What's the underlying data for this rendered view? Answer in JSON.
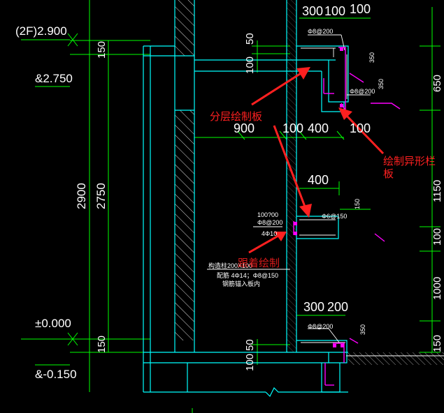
{
  "dimensions": {
    "top_300": "300",
    "top_100a": "100",
    "top_100b": "100",
    "d_50_top": "50",
    "d_150_left": "150",
    "d_100_mid": "100",
    "d_350a": "350",
    "d_350b": "350",
    "d_650": "650",
    "d_900": "900",
    "d_100_b": "100",
    "d_400_a": "400",
    "d_100_c": "100",
    "d_400_b": "400",
    "d_150_small": "150",
    "d_1150": "1150",
    "d_2900": "2900",
    "d_2750": "2750",
    "d_100_r": "100",
    "d_1000": "1000",
    "d_300_b": "300",
    "d_200_b": "200",
    "d_350_c": "350",
    "d_50_bot": "50",
    "d_150_bot": "150",
    "d_100_bot": "100",
    "d_150_r": "150"
  },
  "levels": {
    "l_2f": "(2F)2.900",
    "l_2750": "&2.750",
    "l_000": "±0.000",
    "l_m150": "&-0.150"
  },
  "rebar": {
    "r1": "Φ8@200",
    "r2": "Φ8@200",
    "r3": "Φ6@150",
    "r4": "100?00",
    "r5": "Φ8@200",
    "r6": "4Φ10",
    "r7": "Φ8@200",
    "note1": "构造柱200X100",
    "note2": "配筋 4Φ14；Φ8@150",
    "note3": "钢筋锚入板内"
  },
  "annotations": {
    "layered_slab": "分层绘制板",
    "odd_rail_line1": "绘制异形栏",
    "odd_rail_line2": "板",
    "overlap_label": "跟着绘制"
  },
  "colors": {
    "background": "#000000",
    "green": "#00ff00",
    "cyan": "#00ffff",
    "white": "#ffffff",
    "red": "#ff2020",
    "magenta": "#ff00ff"
  }
}
